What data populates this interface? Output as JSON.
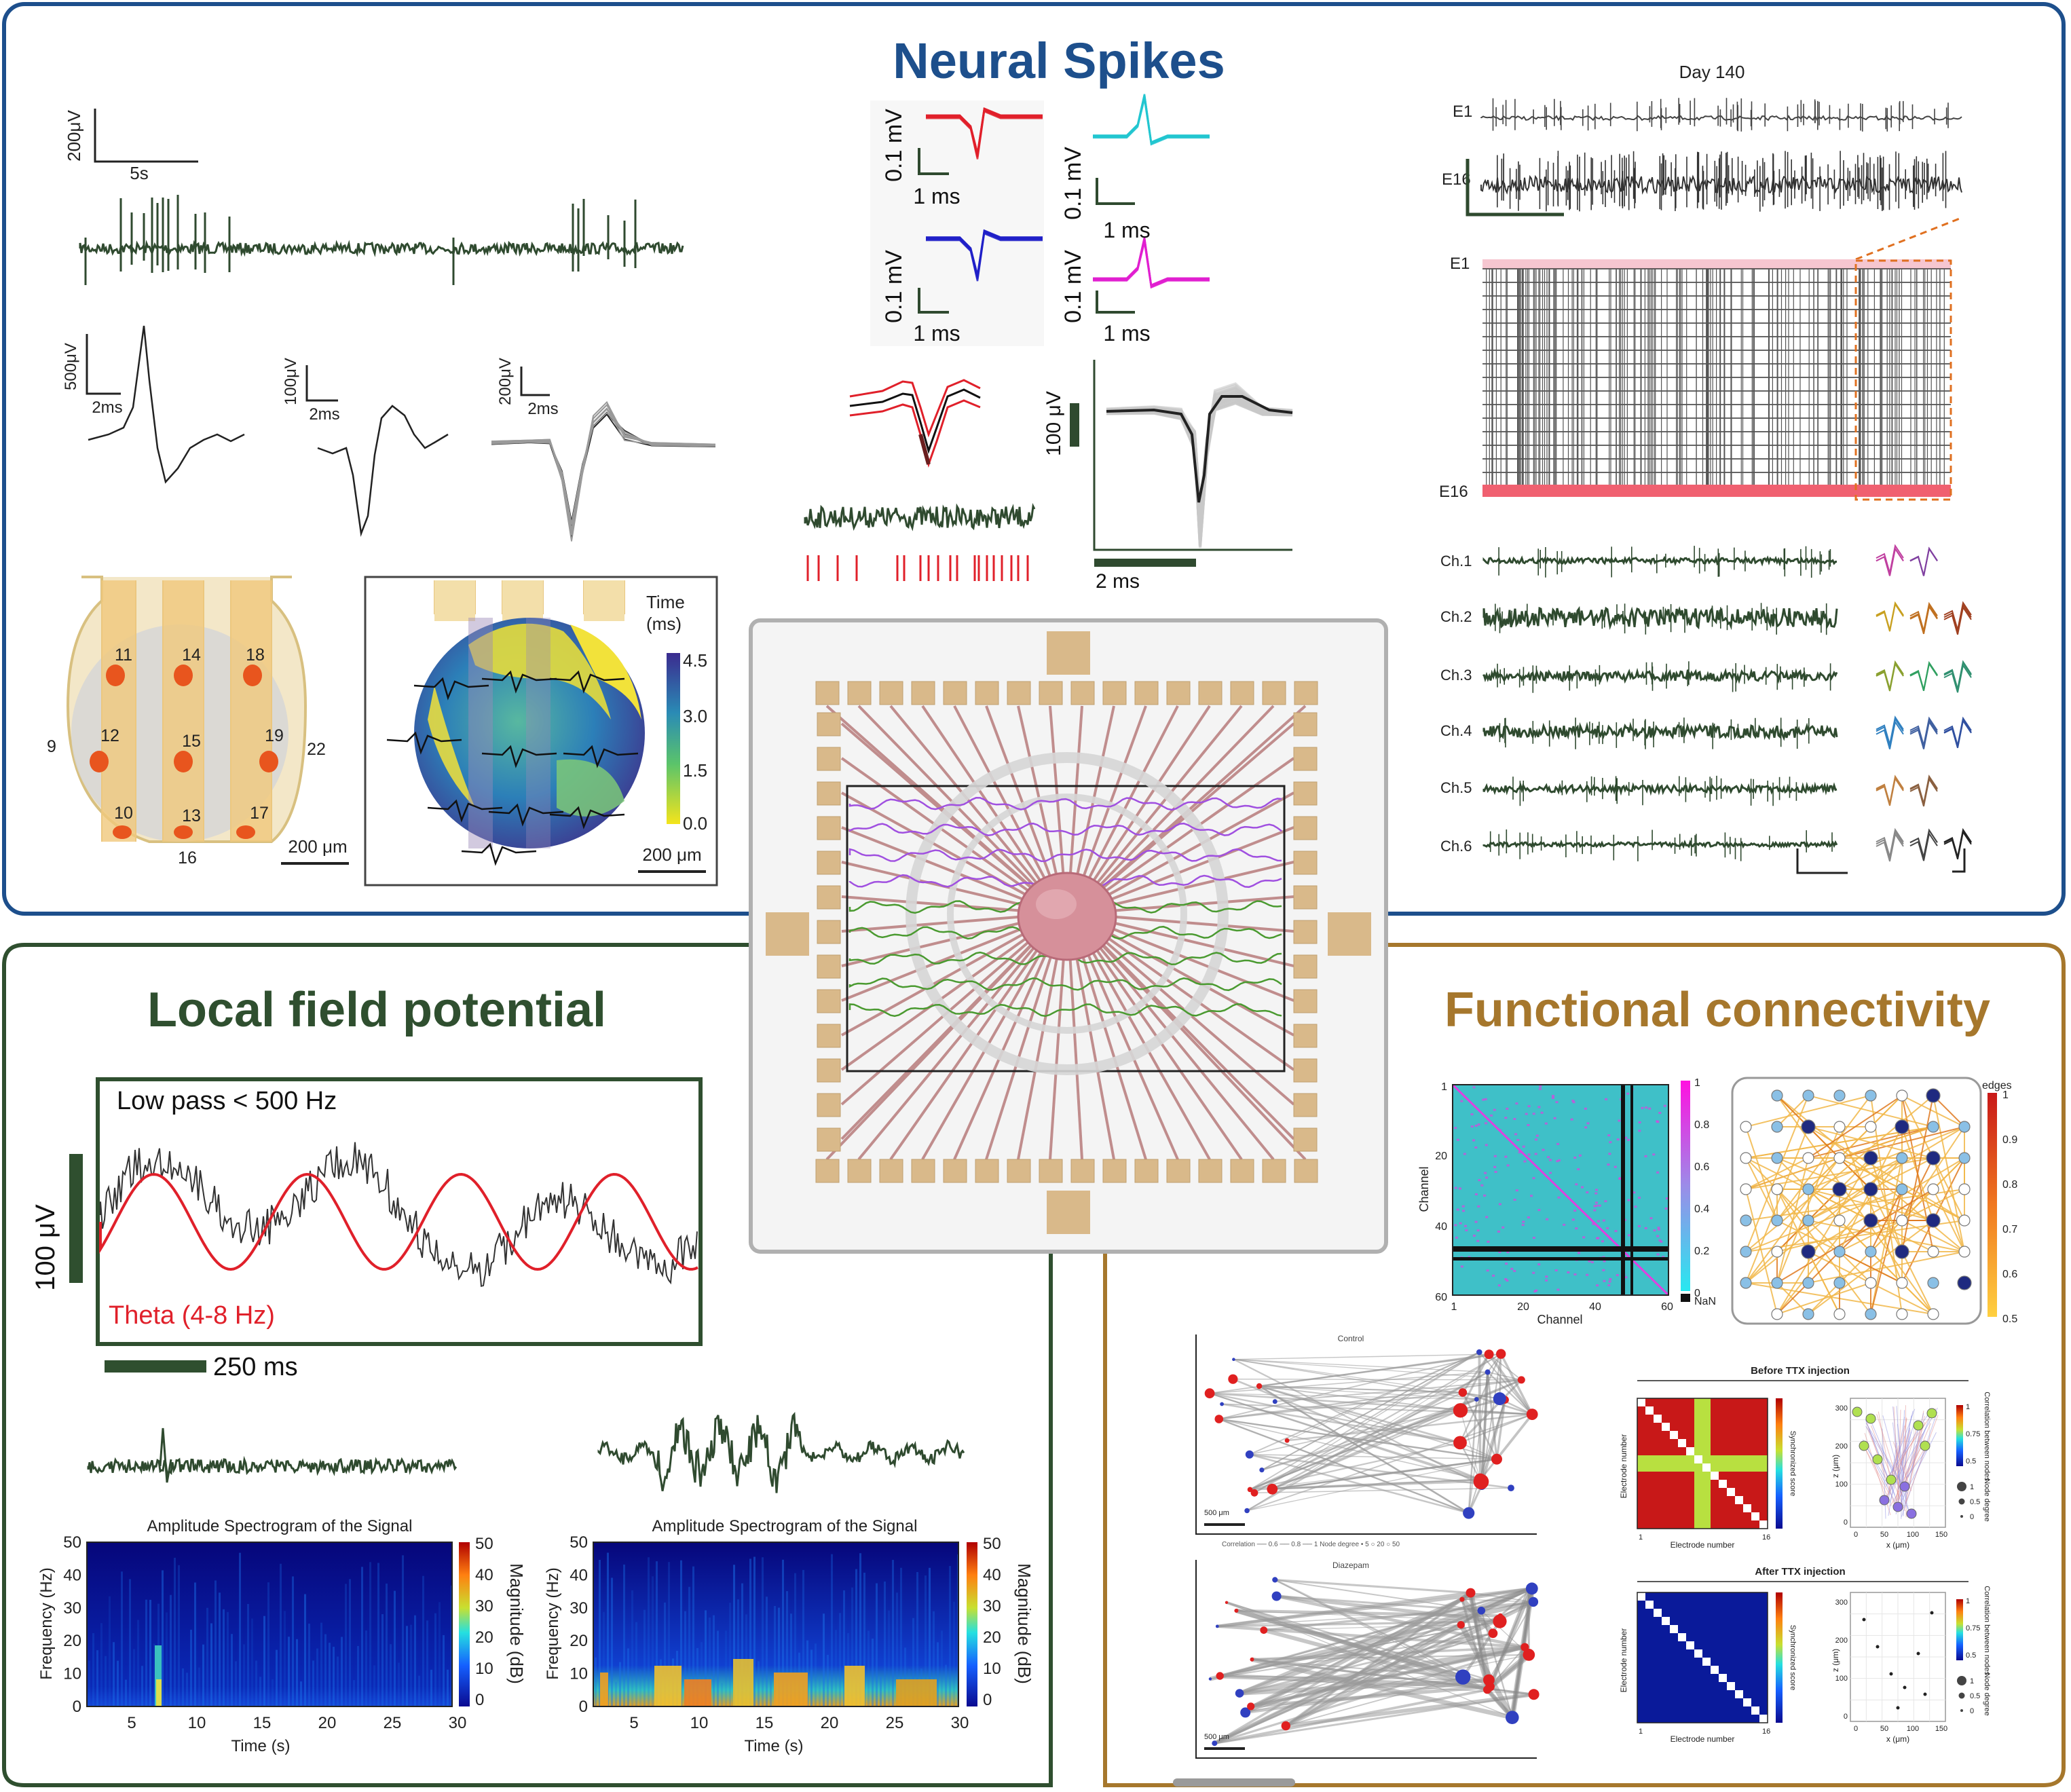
{
  "colors": {
    "spikes": "#1d4f8c",
    "lfp": "#2f4f2f",
    "connectivity": "#a6772c",
    "trace": "#2f4a2f",
    "pad": "#d9b98a",
    "lead": "#c08d8d",
    "red": "#e0202a",
    "organoid": "#d6909a"
  },
  "panels": {
    "spikes": {
      "title": "Neural Spikes"
    },
    "lfp": {
      "title": "Local field potential"
    },
    "connectivity": {
      "title": "Functional connectivity"
    }
  },
  "spikes": {
    "scale1": {
      "v": "200μV",
      "t": "5s"
    },
    "waveform_scales": [
      {
        "v": "500μV",
        "t": "2ms"
      },
      {
        "v": "100μV",
        "t": "2ms"
      },
      {
        "v": "200μV",
        "t": "2ms"
      }
    ],
    "electrode_numbers": [
      "11",
      "14",
      "18",
      "12",
      "15",
      "19",
      "10",
      "13",
      "17",
      "9",
      "22",
      "16"
    ],
    "map_scale": "200 μm",
    "timemap": {
      "title_line1": "Time",
      "title_line2": "(ms)",
      "ticks": [
        "4.5",
        "3.0",
        "1.5",
        "0.0"
      ],
      "scale": "200 μm"
    },
    "units": {
      "v": "0.1 mV",
      "t": "1 ms"
    },
    "avg_wave": {
      "v": "100 μV",
      "t": "2 ms"
    },
    "day": "Day 140",
    "raster_labels": {
      "top": "E1",
      "bottom": "E16",
      "trace1": "E1",
      "trace2": "E16"
    },
    "channels": [
      "Ch.1",
      "Ch.2",
      "Ch.3",
      "Ch.4",
      "Ch.5",
      "Ch.6"
    ]
  },
  "lfp": {
    "low_pass": "Low pass < 500 Hz",
    "theta": "Theta (4-8 Hz)",
    "v_scale": "100 μV",
    "t_scale": "250 ms",
    "spectrogram": {
      "title": "Amplitude Spectrogram of the Signal",
      "ylabel": "Frequency (Hz)",
      "xlabel": "Time (s)",
      "yticks": [
        "50",
        "40",
        "30",
        "20",
        "10",
        "0"
      ],
      "xticks": [
        "5",
        "10",
        "15",
        "20",
        "25",
        "30"
      ],
      "cbar_ticks": [
        "50",
        "40",
        "30",
        "20",
        "10",
        "0"
      ],
      "cbar_label": "Magnitude (dB)"
    }
  },
  "connectivity": {
    "matrix": {
      "ylabel": "Channel",
      "xlabel": "Channel",
      "yticks": [
        "1",
        "20",
        "40",
        "60"
      ],
      "xticks": [
        "1",
        "20",
        "40",
        "60"
      ],
      "cbar": [
        "1",
        "0.8",
        "0.6",
        "0.4",
        "0.2",
        "0"
      ],
      "nan": "NaN"
    },
    "graph": {
      "title": "edges",
      "cbar": [
        "1",
        "0.9",
        "0.8",
        "0.7",
        "0.6",
        "0.5"
      ]
    },
    "control": "Control",
    "diazepam": "Diazepam",
    "scale_500": "500 μm",
    "legend_line": "Correlation  ── 0.6  ── 0.8  ── 1   Node degree  • 5  ○ 20  ○ 50",
    "before": "Before TTX injection",
    "after": "After TTX injection",
    "electrode_number": "Electrode number",
    "sync_score": "Synchronized score",
    "z_um": "z (μm)",
    "x_um": "x (μm)",
    "corr_nodes": "Correlation between nodes",
    "node_degree": "Node degree",
    "mat_ticks": [
      "1",
      "16"
    ],
    "z_ticks": [
      "300",
      "200",
      "100",
      "0"
    ],
    "x_ticks": [
      "0",
      "50",
      "100",
      "150"
    ],
    "cbar_nodes": [
      "1",
      "0.75",
      "0.5"
    ],
    "deg_ticks": [
      "1",
      "0.5",
      "0"
    ]
  }
}
